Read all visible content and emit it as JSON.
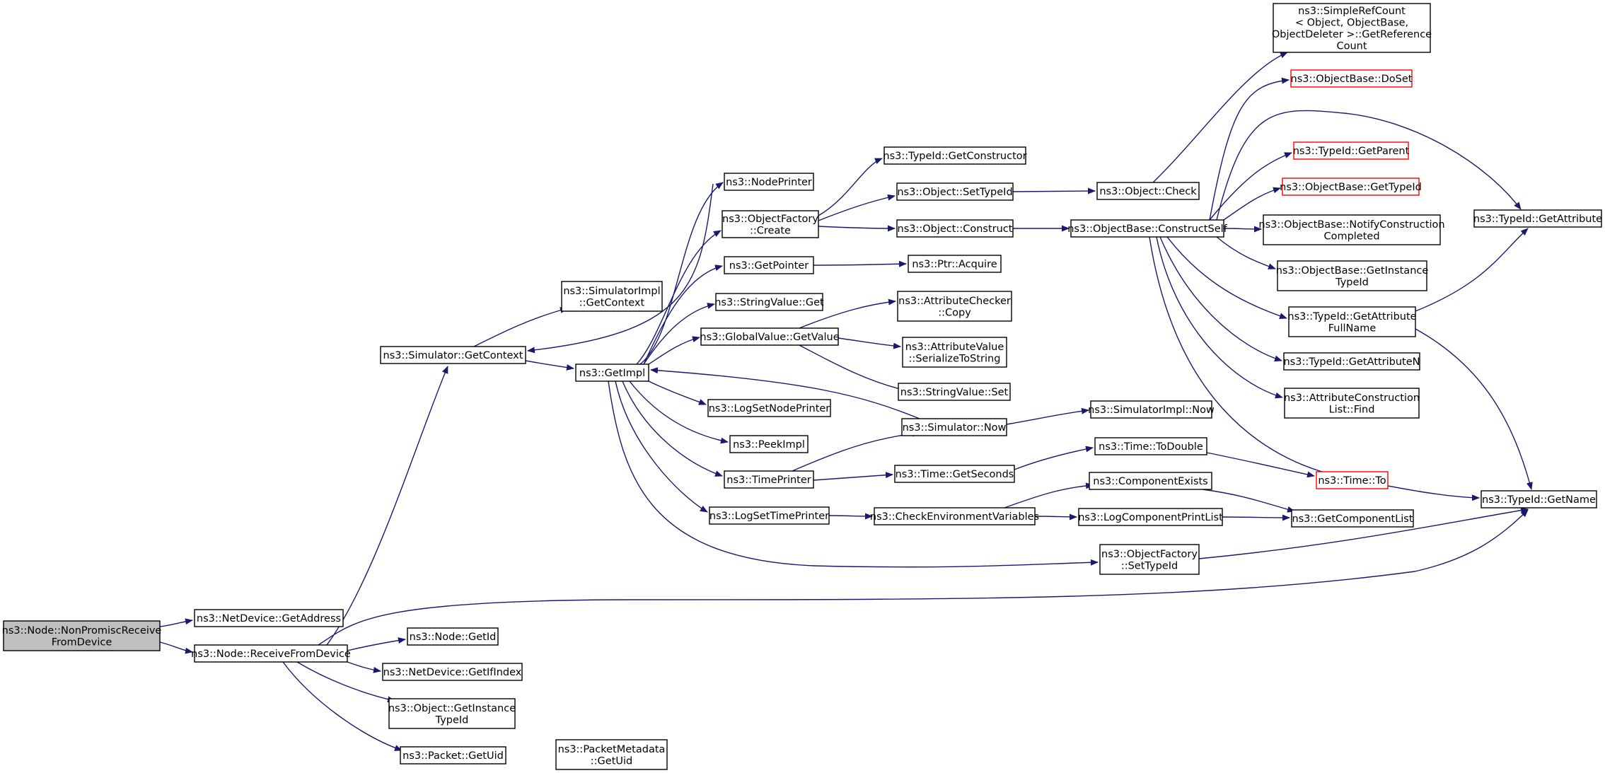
{
  "colors": {
    "edge": "#191970",
    "node_border": "#000000",
    "root_fill": "#bfbfbf",
    "node_fill": "#ffffff",
    "undocumented_border": "#ff0000"
  },
  "nodes": [
    {
      "id": "root",
      "lines": [
        "ns3::Node::NonPromiscReceive",
        "FromDevice"
      ],
      "variant": "root"
    },
    {
      "id": "netdev_getaddress",
      "lines": [
        "ns3::NetDevice::GetAddress"
      ]
    },
    {
      "id": "node_receive",
      "lines": [
        "ns3::Node::ReceiveFromDevice"
      ]
    },
    {
      "id": "sim_getcontext",
      "lines": [
        "ns3::Simulator::GetContext"
      ]
    },
    {
      "id": "node_getid",
      "lines": [
        "ns3::Node::GetId"
      ]
    },
    {
      "id": "netdev_getifindex",
      "lines": [
        "ns3::NetDevice::GetIfIndex"
      ]
    },
    {
      "id": "obj_getinstancetypeid",
      "lines": [
        "ns3::Object::GetInstance",
        "TypeId"
      ]
    },
    {
      "id": "packet_getuid",
      "lines": [
        "ns3::Packet::GetUid"
      ]
    },
    {
      "id": "simimpl_getcontext",
      "lines": [
        "ns3::SimulatorImpl",
        "::GetContext"
      ]
    },
    {
      "id": "getimpl",
      "lines": [
        "ns3::GetImpl"
      ]
    },
    {
      "id": "packetmeta_getuid",
      "lines": [
        "ns3::PacketMetadata",
        "::GetUid"
      ]
    },
    {
      "id": "nodeprinter",
      "lines": [
        "ns3::NodePrinter"
      ]
    },
    {
      "id": "objfactory_create",
      "lines": [
        "ns3::ObjectFactory",
        "::Create"
      ]
    },
    {
      "id": "getpointer",
      "lines": [
        "ns3::GetPointer"
      ]
    },
    {
      "id": "stringvalue_get",
      "lines": [
        "ns3::StringValue::Get"
      ]
    },
    {
      "id": "globalvalue_getvalue",
      "lines": [
        "ns3::GlobalValue::GetValue"
      ]
    },
    {
      "id": "logsetnodeprinter",
      "lines": [
        "ns3::LogSetNodePrinter"
      ]
    },
    {
      "id": "peekimpl",
      "lines": [
        "ns3::PeekImpl"
      ]
    },
    {
      "id": "timeprinter",
      "lines": [
        "ns3::TimePrinter"
      ]
    },
    {
      "id": "logsettimeprinter",
      "lines": [
        "ns3::LogSetTimePrinter"
      ]
    },
    {
      "id": "typeid_getconstructor",
      "lines": [
        "ns3::TypeId::GetConstructor"
      ]
    },
    {
      "id": "object_settypeid",
      "lines": [
        "ns3::Object::SetTypeId"
      ]
    },
    {
      "id": "object_construct",
      "lines": [
        "ns3::Object::Construct"
      ]
    },
    {
      "id": "ptr_acquire",
      "lines": [
        "ns3::Ptr::Acquire"
      ]
    },
    {
      "id": "attrchecker_copy",
      "lines": [
        "ns3::AttributeChecker",
        "::Copy"
      ]
    },
    {
      "id": "attrvalue_serialize",
      "lines": [
        "ns3::AttributeValue",
        "::SerializeToString"
      ]
    },
    {
      "id": "stringvalue_set",
      "lines": [
        "ns3::StringValue::Set"
      ]
    },
    {
      "id": "simulator_now",
      "lines": [
        "ns3::Simulator::Now"
      ]
    },
    {
      "id": "time_getseconds",
      "lines": [
        "ns3::Time::GetSeconds"
      ]
    },
    {
      "id": "checkenv",
      "lines": [
        "ns3::CheckEnvironmentVariables"
      ]
    },
    {
      "id": "objfactory_settypeid",
      "lines": [
        "ns3::ObjectFactory",
        "::SetTypeId"
      ]
    },
    {
      "id": "object_check",
      "lines": [
        "ns3::Object::Check"
      ]
    },
    {
      "id": "objbase_constructself",
      "lines": [
        "ns3::ObjectBase::ConstructSelf"
      ]
    },
    {
      "id": "simimpl_now",
      "lines": [
        "ns3::SimulatorImpl::Now"
      ]
    },
    {
      "id": "time_todouble",
      "lines": [
        "ns3::Time::ToDouble"
      ]
    },
    {
      "id": "componentexists",
      "lines": [
        "ns3::ComponentExists"
      ]
    },
    {
      "id": "logcomponentprintlist",
      "lines": [
        "ns3::LogComponentPrintList"
      ]
    },
    {
      "id": "simplerefcount",
      "lines": [
        "ns3::SimpleRefCount",
        "< Object, ObjectBase,",
        "ObjectDeleter >::GetReference",
        "Count"
      ]
    },
    {
      "id": "objbase_doset",
      "lines": [
        "ns3::ObjectBase::DoSet"
      ],
      "variant": "undocumented"
    },
    {
      "id": "typeid_getparent",
      "lines": [
        "ns3::TypeId::GetParent"
      ],
      "variant": "undocumented"
    },
    {
      "id": "objbase_gettypeid",
      "lines": [
        "ns3::ObjectBase::GetTypeId"
      ],
      "variant": "undocumented"
    },
    {
      "id": "objbase_notify",
      "lines": [
        "ns3::ObjectBase::NotifyConstruction",
        "Completed"
      ]
    },
    {
      "id": "objbase_getinstancetypeid",
      "lines": [
        "ns3::ObjectBase::GetInstance",
        "TypeId"
      ]
    },
    {
      "id": "typeid_getattributefullname",
      "lines": [
        "ns3::TypeId::GetAttribute",
        "FullName"
      ]
    },
    {
      "id": "typeid_getattributen",
      "lines": [
        "ns3::TypeId::GetAttributeN"
      ]
    },
    {
      "id": "attrconstructionlist_find",
      "lines": [
        "ns3::AttributeConstruction",
        "List::Find"
      ]
    },
    {
      "id": "time_to",
      "lines": [
        "ns3::Time::To"
      ],
      "variant": "undocumented"
    },
    {
      "id": "getcomponentlist",
      "lines": [
        "ns3::GetComponentList"
      ]
    },
    {
      "id": "typeid_getattribute",
      "lines": [
        "ns3::TypeId::GetAttribute"
      ]
    },
    {
      "id": "typeid_getname",
      "lines": [
        "ns3::TypeId::GetName"
      ]
    }
  ]
}
